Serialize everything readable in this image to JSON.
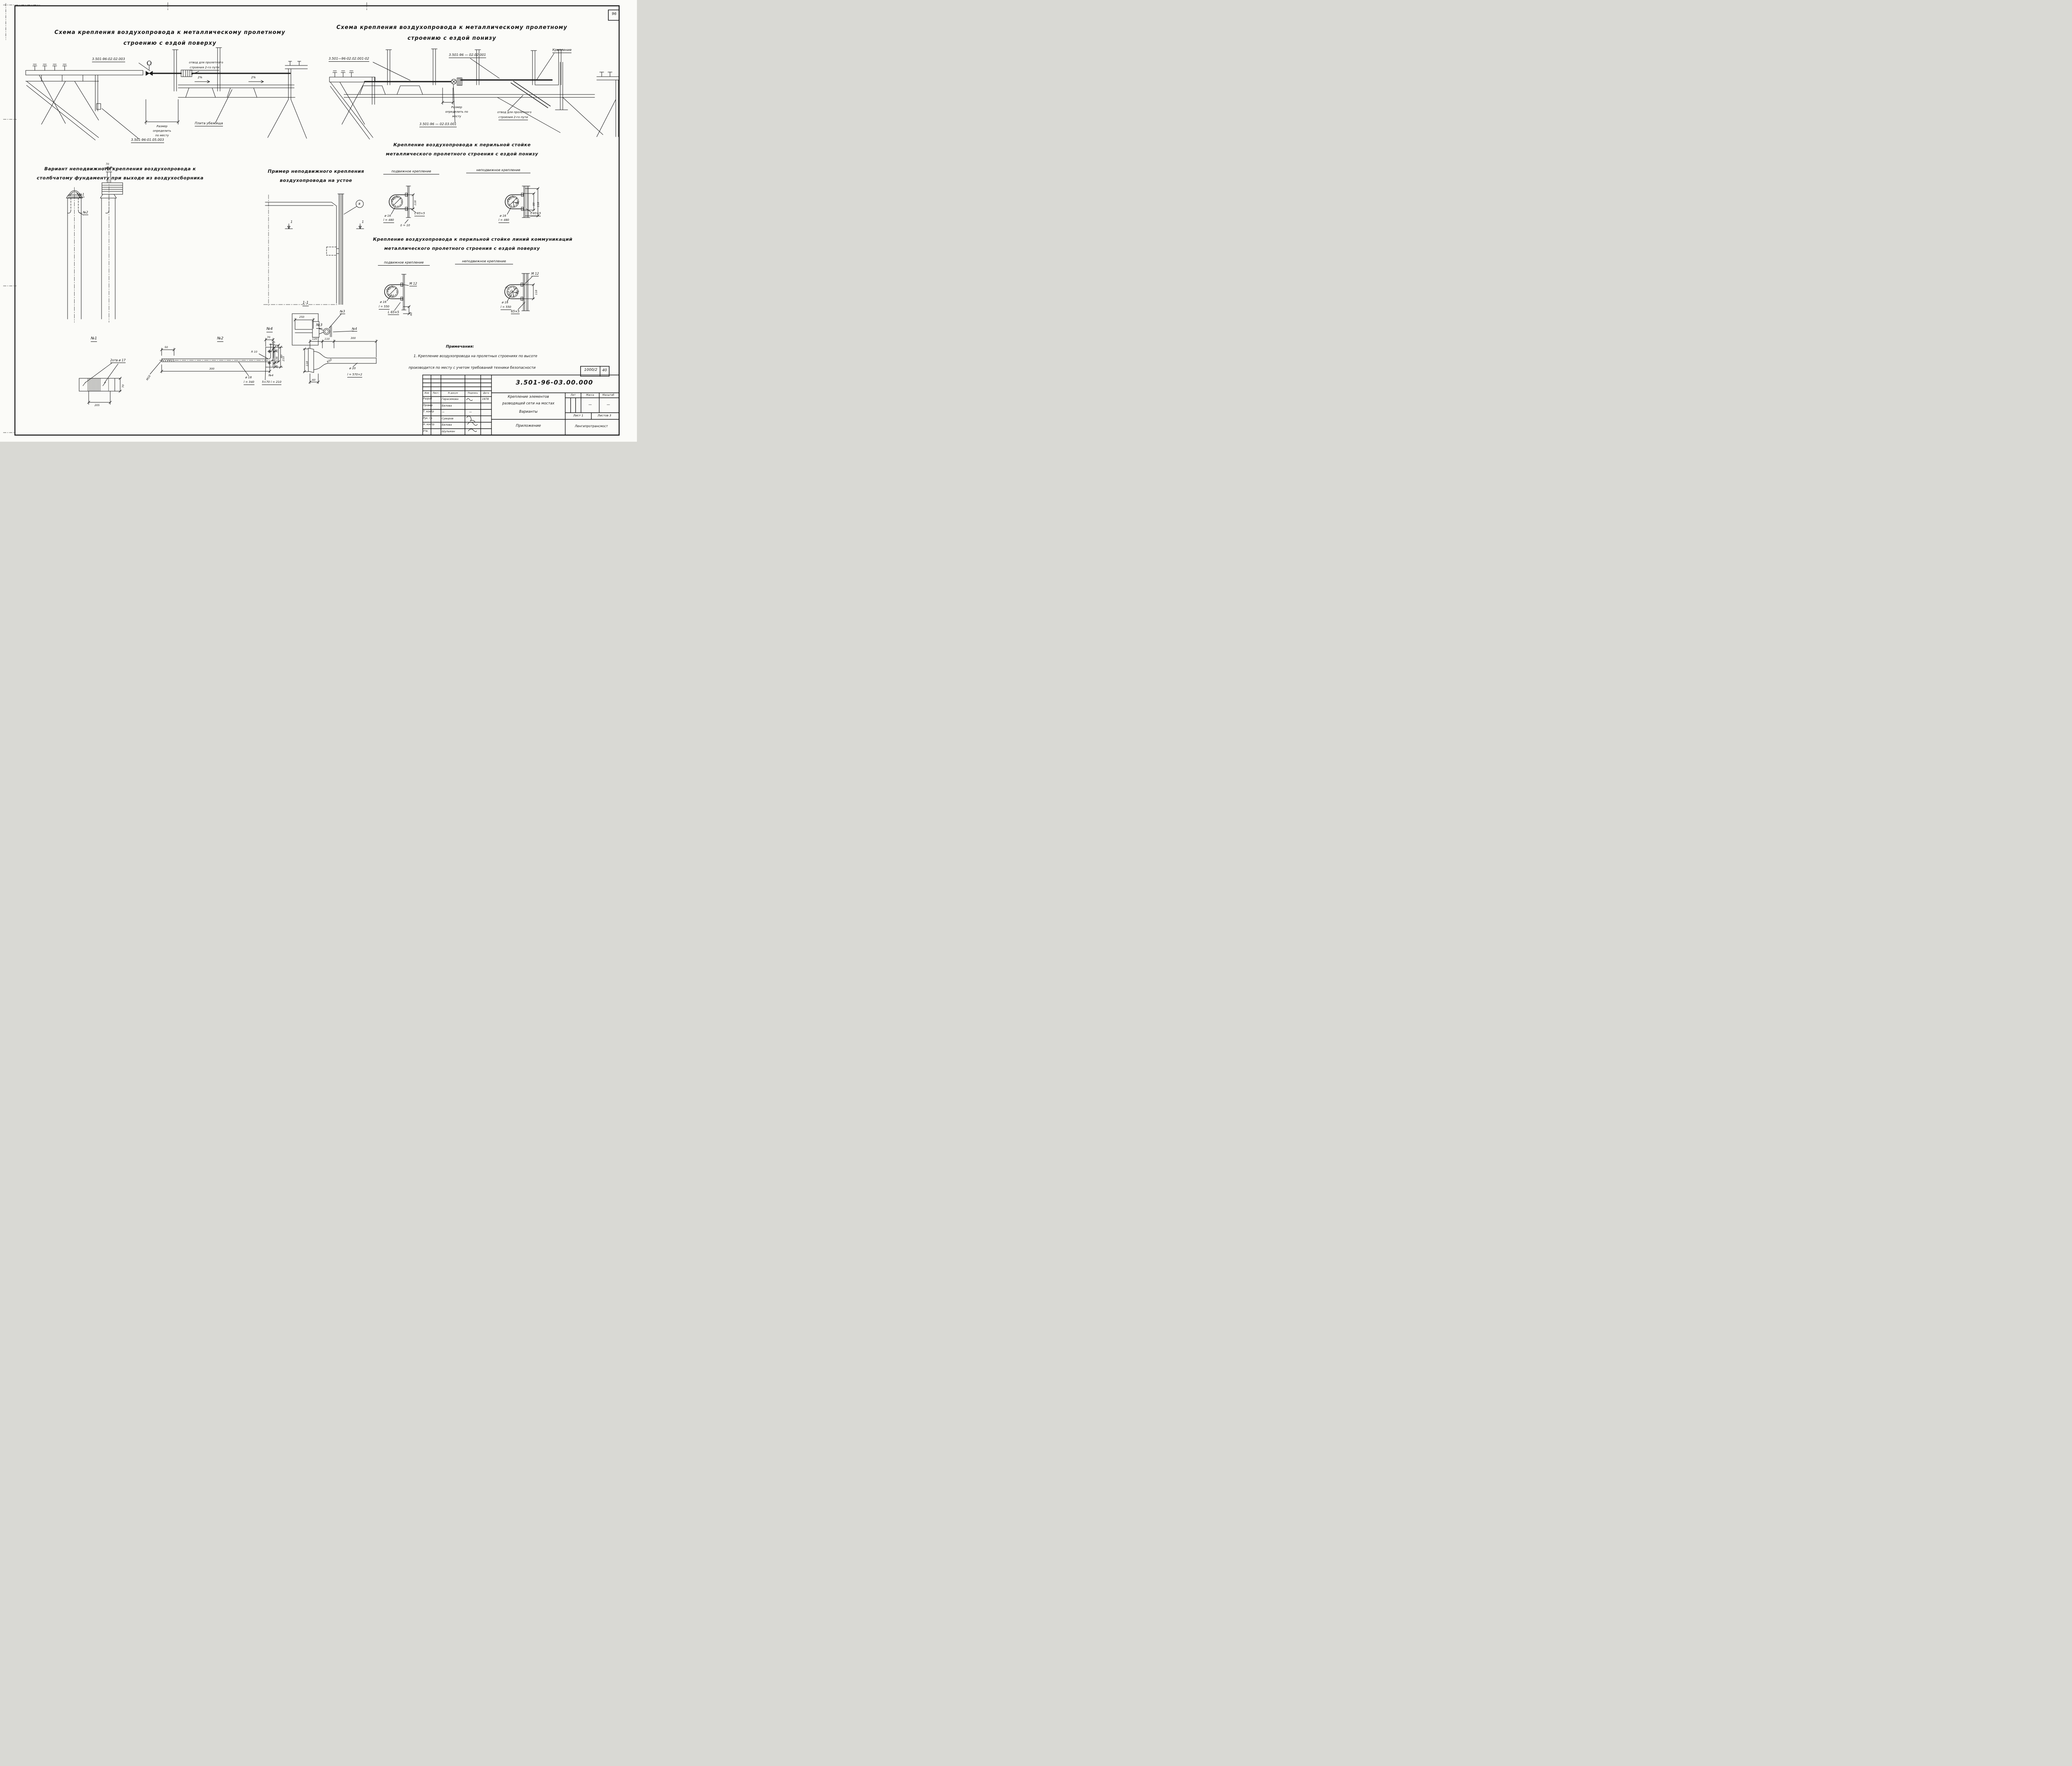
{
  "page": {
    "sheet_number": "96",
    "format_code": "1000/2",
    "format_sheet": "40"
  },
  "scheme_tl": {
    "title_l1": "Схема крепления воздухопровода к металлическому пролетному",
    "title_l2": "строению с ездой поверху",
    "ref_top": "3.501-96-02.02.003",
    "otvod_l1": "отвод для пролетного",
    "otvod_l2": "строения 2-го пути",
    "slope_left": "2%",
    "slope_right": "2%",
    "size_l1": "Размер",
    "size_l2": "определить",
    "size_l3": "по месту",
    "plita": "Плита убежища",
    "ref_bottom": "3.501-96-01.05.003"
  },
  "scheme_tr": {
    "title_l1": "Схема крепления воздухопровода к металлическому пролетному",
    "title_l2": "строению с ездой понизу",
    "ref_left": "3.501—96-02.02.001-02",
    "ref_mid": "3.501-96 — 02.02.001",
    "kreplenie": "Крепление",
    "size_l1": "Размер",
    "size_l2": "определить по",
    "size_l3": "месту",
    "ref_valve": "3.501-96 — 02.03.001",
    "otvod_l1": "отвод для пролетного",
    "otvod_l2": "строения 2-го пути"
  },
  "variant": {
    "title_l1": "Вариант неподвижного крепления воздухопровода к",
    "title_l2": "столбчатому фундаменту при выходе из воздухосборника",
    "n1": "№1",
    "n2": "№2",
    "dim70": "70"
  },
  "ustoy": {
    "title_l1": "Пример неподвижного крепления",
    "title_l2": "воздухопровода на устое",
    "marker": "в",
    "cut_left": "1",
    "cut_right": "1",
    "section": "1-1",
    "dim250": "250",
    "n3": "№3",
    "n4": "№4"
  },
  "ponizu": {
    "title_l1": "Крепление воздухопровода к перильной стойке",
    "title_l2": "металлического пролетного строения с ездой понизу",
    "sub_left": "подвижное крепление",
    "sub_right": "неподвижное крепление",
    "d1": {
      "dia": "101.3",
      "dim118": "118",
      "bolt_dia": "ø 16",
      "bolt_len": "l = 480",
      "angle": "L 65×5",
      "delta": "δ = 10"
    },
    "d2": {
      "dia": "101.3",
      "angle90": "90°",
      "dim80": "80",
      "dim118": "118",
      "bolt_dia": "ø 16",
      "bolt_len": "l = 480",
      "angle": "L 65×5"
    }
  },
  "poverhu": {
    "title_l1": "Крепление воздухопровода к перильной стойке линий коммуникаций",
    "title_l2": "металлического пролетного строения с ездой поверху",
    "sub_left": "подвижное крепление",
    "sub_right": "неподвижное крепление",
    "d3": {
      "dia": "101.3",
      "dim51": "51",
      "m12": "М 12",
      "bolt_dia": "ø 16",
      "bolt_len": "l = 550",
      "angle": "L 65×5",
      "dim60": "60"
    },
    "d4": {
      "dim51": "51",
      "dia": "101.3",
      "angle90": "90°",
      "m12": "М 12",
      "dim118": "118",
      "bolt_dia": "ø 16",
      "bolt_len": "l = 550",
      "angle": "65×5"
    }
  },
  "details": {
    "n1": {
      "title": "№1",
      "holes": "2отв ø 17",
      "dim205": "205",
      "dim70": "70"
    },
    "n2": {
      "title": "№2",
      "dim50": "50",
      "m16": "М16",
      "r10": "R 10",
      "dia16": "ø 16",
      "dim80": "80",
      "dim300": "300",
      "callout_dia": "ø 18",
      "callout_len": "l = 340"
    },
    "n4": {
      "title": "№4",
      "dim70": "70",
      "dim36a": "36",
      "dim138": "138",
      "dim36b": "36",
      "dim210": "210",
      "callout_name": "№4",
      "callout_spec": "5×70   l = 210"
    },
    "n3": {
      "title": "№3",
      "dim120": "120",
      "dim110": "110",
      "dim300": "300",
      "dim118": "118",
      "r50": "R50",
      "dim60": "60",
      "callout_dia": "ø 20",
      "callout_len": "l = 570×2"
    }
  },
  "notes": {
    "header": "Примечания:",
    "line1": "1.    Крепление воздухопровода на пролетных строениях по высоте",
    "line2": "производится по месту с учетом требований техники безопасности"
  },
  "titleblock": {
    "doc_number": "3.501-96-03.00.000",
    "subject_l1": "Крепление элементов",
    "subject_l2": "разводящей сети на мостах",
    "subject_l3": "Варианты",
    "col_izm": "Изм",
    "col_list": "Лист.",
    "col_doc": "N докум",
    "col_sign": "Подпись",
    "col_date": "Дата",
    "rows": [
      {
        "role": "Разраб",
        "name": "Герасимова",
        "sign": "",
        "date": "1978"
      },
      {
        "role": "Провер",
        "name": "Белова",
        "sign": "",
        "date": ""
      },
      {
        "role": "Т. контр",
        "name": "—",
        "sign": "—",
        "date": ""
      },
      {
        "role": "Рук. гр.",
        "name": "Суворов",
        "sign": "",
        "date": ""
      },
      {
        "role": "Н. контр.",
        "name": "Белова",
        "sign": "",
        "date": ""
      },
      {
        "role": "Утв.",
        "name": "Шульман",
        "sign": "",
        "date": ""
      }
    ],
    "lit": "Лит",
    "massa": "Масса",
    "masshtab": "Масштаб",
    "massa_val": "—",
    "masshtab_val": "—",
    "sheet": "Лист 1",
    "sheets": "Листов 3",
    "annex": "Приложение",
    "org": "Ленгипротрансмост"
  }
}
